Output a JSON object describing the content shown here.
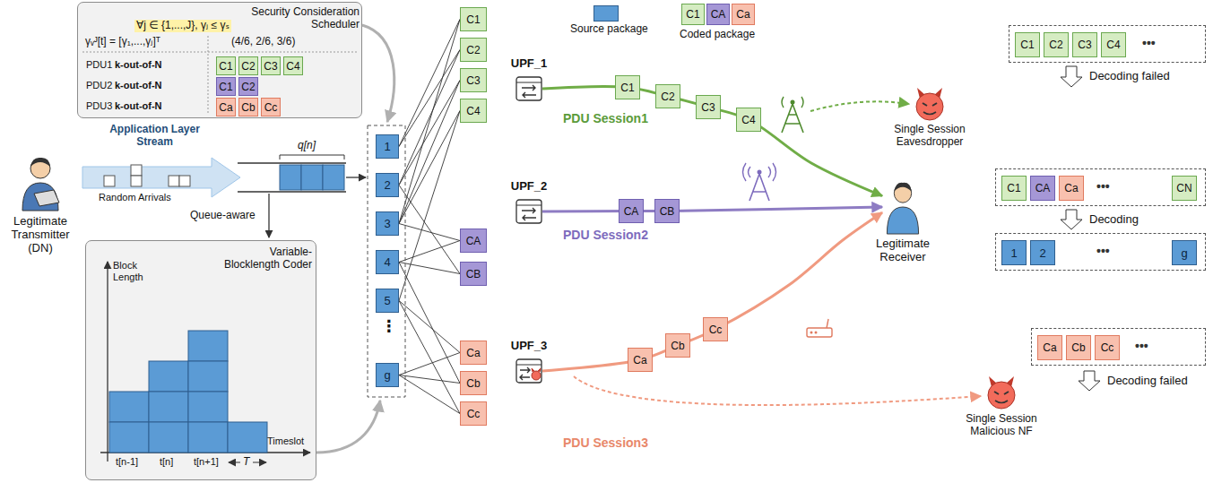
{
  "diagram": {
    "nodes": [
      {
        "text": [
          "Security Consideration Scheduler"
        ]
      },
      {
        "text": [
          "C1"
        ],
        "in": 0
      },
      {
        "text": [
          "C2"
        ],
        "in": 0
      },
      {
        "text": [
          "C3"
        ],
        "in": 0
      },
      {
        "text": [
          "C4"
        ],
        "in": 0
      },
      {
        "text": [
          "C1"
        ],
        "in": 0
      },
      {
        "text": [
          "C2"
        ],
        "in": 0
      },
      {
        "text": [
          "Ca"
        ],
        "in": 0
      },
      {
        "text": [
          "Cb"
        ],
        "in": 0
      },
      {
        "text": [
          "Cc"
        ],
        "in": 0
      },
      {
        "text": [
          "Legitimate Transmitter (DN)"
        ]
      },
      {
        "text": [
          "Variable-Blocklength Coder"
        ]
      },
      {
        "text": [
          "1"
        ]
      },
      {
        "text": [
          "2"
        ]
      },
      {
        "text": [
          "3"
        ]
      },
      {
        "text": [
          "4"
        ]
      },
      {
        "text": [
          "5"
        ]
      },
      {
        "text": [
          "g"
        ]
      },
      {
        "text": [
          "C1"
        ]
      },
      {
        "text": [
          "C2"
        ]
      },
      {
        "text": [
          "C3"
        ]
      },
      {
        "text": [
          "C4"
        ]
      },
      {
        "text": [
          "CA"
        ]
      },
      {
        "text": [
          "CB"
        ]
      },
      {
        "text": [
          "Ca"
        ]
      },
      {
        "text": [
          "Cb"
        ]
      },
      {
        "text": [
          "Cc"
        ]
      },
      {
        "text": [
          "UPF_1"
        ]
      },
      {
        "text": [
          "UPF_2"
        ]
      },
      {
        "text": [
          "UPF_3"
        ]
      },
      {
        "text": [
          "C1"
        ]
      },
      {
        "text": [
          "C2"
        ]
      },
      {
        "text": [
          "C3"
        ]
      },
      {
        "text": [
          "C4"
        ]
      },
      {
        "text": [
          "CA"
        ]
      },
      {
        "text": [
          "CB"
        ]
      },
      {
        "text": [
          "Ca"
        ]
      },
      {
        "text": [
          "Cb"
        ]
      },
      {
        "text": [
          "Cc"
        ]
      },
      {
        "text": [
          "C1"
        ]
      },
      {
        "text": [
          "CA"
        ]
      },
      {
        "text": [
          "Ca"
        ]
      },
      {
        "text": [
          "Single Session Eavesdropper"
        ]
      },
      {
        "text": [
          "Legitimate Receiver"
        ]
      },
      {
        "text": [
          "Single Session Malicious NF"
        ]
      },
      {
        "text": [
          "•••"
        ]
      },
      {
        "text": [
          "C1"
        ],
        "in": 45
      },
      {
        "text": [
          "C2"
        ],
        "in": 45
      },
      {
        "text": [
          "C3"
        ],
        "in": 45
      },
      {
        "text": [
          "C4"
        ],
        "in": 45
      },
      {
        "text": [
          "•••"
        ]
      },
      {
        "text": [
          "C1"
        ],
        "in": 50
      },
      {
        "text": [
          "CA"
        ],
        "in": 50
      },
      {
        "text": [
          "Ca"
        ],
        "in": 50
      },
      {
        "text": [
          "CN"
        ],
        "in": 50
      },
      {
        "text": [
          "•••"
        ]
      },
      {
        "text": [
          "1"
        ],
        "in": 55
      },
      {
        "text": [
          "2"
        ],
        "in": 55
      },
      {
        "text": [
          "g"
        ],
        "in": 55
      },
      {
        "text": [
          "•••"
        ]
      },
      {
        "text": [
          "Ca"
        ],
        "in": 59
      },
      {
        "text": [
          "Cb"
        ],
        "in": 59
      },
      {
        "text": [
          "Cc"
        ],
        "in": 59
      }
    ],
    "edges": [
      {
        "from": 12,
        "to": 18,
        "arrow": "none"
      },
      {
        "from": 14,
        "to": 18,
        "arrow": "none"
      },
      {
        "from": 12,
        "to": 19,
        "arrow": "none"
      },
      {
        "from": 13,
        "to": 19,
        "arrow": "none"
      },
      {
        "from": 13,
        "to": 20,
        "arrow": "none"
      },
      {
        "from": 14,
        "to": 20,
        "arrow": "none"
      },
      {
        "from": 14,
        "to": 21,
        "arrow": "none"
      },
      {
        "from": 16,
        "to": 21,
        "arrow": "none"
      },
      {
        "from": 14,
        "to": 22,
        "arrow": "none"
      },
      {
        "from": 15,
        "to": 22,
        "arrow": "none"
      },
      {
        "from": 13,
        "to": 23,
        "arrow": "none"
      },
      {
        "from": 15,
        "to": 23,
        "arrow": "none"
      },
      {
        "from": 16,
        "to": 24,
        "arrow": "none"
      },
      {
        "from": 17,
        "to": 24,
        "arrow": "none"
      },
      {
        "from": 15,
        "to": 25,
        "arrow": "none"
      },
      {
        "from": 17,
        "to": 25,
        "arrow": "none"
      },
      {
        "from": 16,
        "to": 26,
        "arrow": "none"
      },
      {
        "from": 17,
        "to": 26,
        "arrow": "none"
      },
      {
        "from": 27,
        "to": 43,
        "label": "PDU Session1",
        "arrow": "to"
      },
      {
        "from": 28,
        "to": 43,
        "label": "PDU Session2",
        "arrow": "to"
      },
      {
        "from": 29,
        "to": 43,
        "label": "PDU Session3",
        "arrow": "to"
      }
    ],
    "labels": [
      "∀j ∈ {1,...,J}, γⱼ ≤ γₛ",
      "γᵥᴶ[t] = [γ₁,...,γⱼ]ᵀ",
      "(4/6, 2/6, 3/6)",
      "PDU1",
      "k-out-of-N",
      "PDU2",
      "k-out-of-N",
      "PDU3",
      "k-out-of-N",
      "Application Layer Stream",
      "Random Arrivals",
      "q[n]",
      "Queue-aware",
      "Block Length",
      "Timeslot",
      "t[n-1]",
      "t[n]",
      "t[n+1]",
      "T",
      "⋮",
      "Decoding failed",
      "Decoding",
      "Decoding failed"
    ],
    "legend": [
      {
        "text": "Source package",
        "color": "#5b9bd5"
      },
      {
        "text": "Coded package"
      }
    ]
  }
}
